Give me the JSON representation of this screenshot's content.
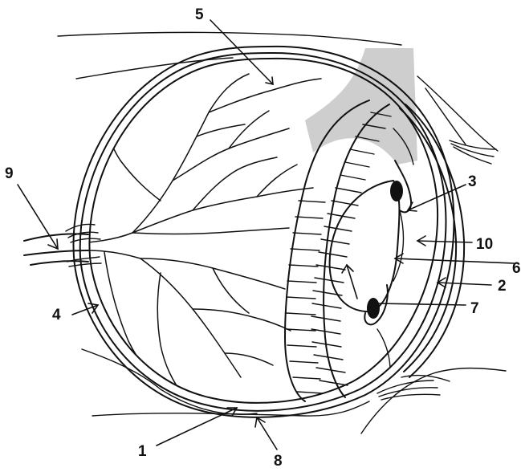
{
  "colors": {
    "ink": "#111111",
    "background": "#ffffff",
    "shade": "#bdbdbd"
  },
  "labels": {
    "l1": "1",
    "l2": "2",
    "l3": "3",
    "l4": "4",
    "l5": "5",
    "l6": "6",
    "l7": "7",
    "l8": "8",
    "l9": "9",
    "l10": "10"
  }
}
